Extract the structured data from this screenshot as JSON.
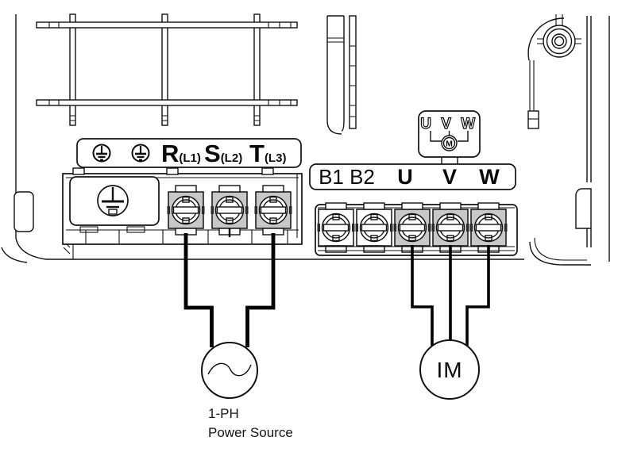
{
  "strips": {
    "input": {
      "terminals": [
        {
          "label": "R",
          "sub": "(L1)"
        },
        {
          "label": "S",
          "sub": "(L2)"
        },
        {
          "label": "T",
          "sub": "(L3)"
        }
      ]
    },
    "output": {
      "labels": [
        "B1",
        "B2",
        "U",
        "V",
        "W"
      ]
    }
  },
  "callout": {
    "phases": "U V W",
    "motor_symbol": "M"
  },
  "source": {
    "line1": "1-PH",
    "line2": "Power Source"
  },
  "motor": {
    "label": "IM"
  },
  "colors": {
    "line": "#121212",
    "wire": "#000000",
    "pad_shaded": "#c8c8c8",
    "background": "#ffffff"
  }
}
